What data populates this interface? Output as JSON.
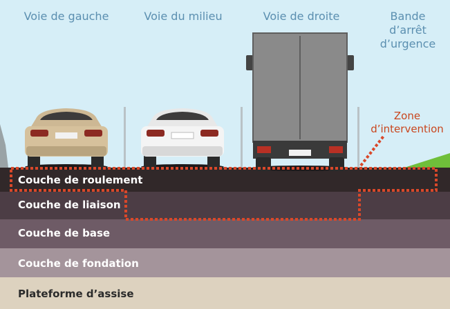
{
  "lanes": {
    "left": "Voie de gauche",
    "middle": "Voie du milieu",
    "right": "Voie de droite",
    "shoulder_line1": "Bande",
    "shoulder_line2": "d’arrêt",
    "shoulder_line3": "d’urgence"
  },
  "zone": {
    "line1": "Zone",
    "line2": "d’intervention",
    "color": "#d9482a"
  },
  "layers": [
    {
      "label": "Couche de roulement",
      "color": "#312829",
      "text_color": "#ffffff"
    },
    {
      "label": "Couche de liaison",
      "color": "#4c3d45",
      "text_color": "#ffffff"
    },
    {
      "label": "Couche de base",
      "color": "#6e5b66",
      "text_color": "#ffffff"
    },
    {
      "label": "Couche de fondation",
      "color": "#a4949b",
      "text_color": "#ffffff"
    },
    {
      "label": "Plateforme d’assise",
      "color": "#ddd2bf",
      "text_color": "#2b2b2b"
    }
  ],
  "colors": {
    "sky": "#d6eef7",
    "lane_text": "#5b8fb0",
    "verge": "#6fbf3a"
  }
}
